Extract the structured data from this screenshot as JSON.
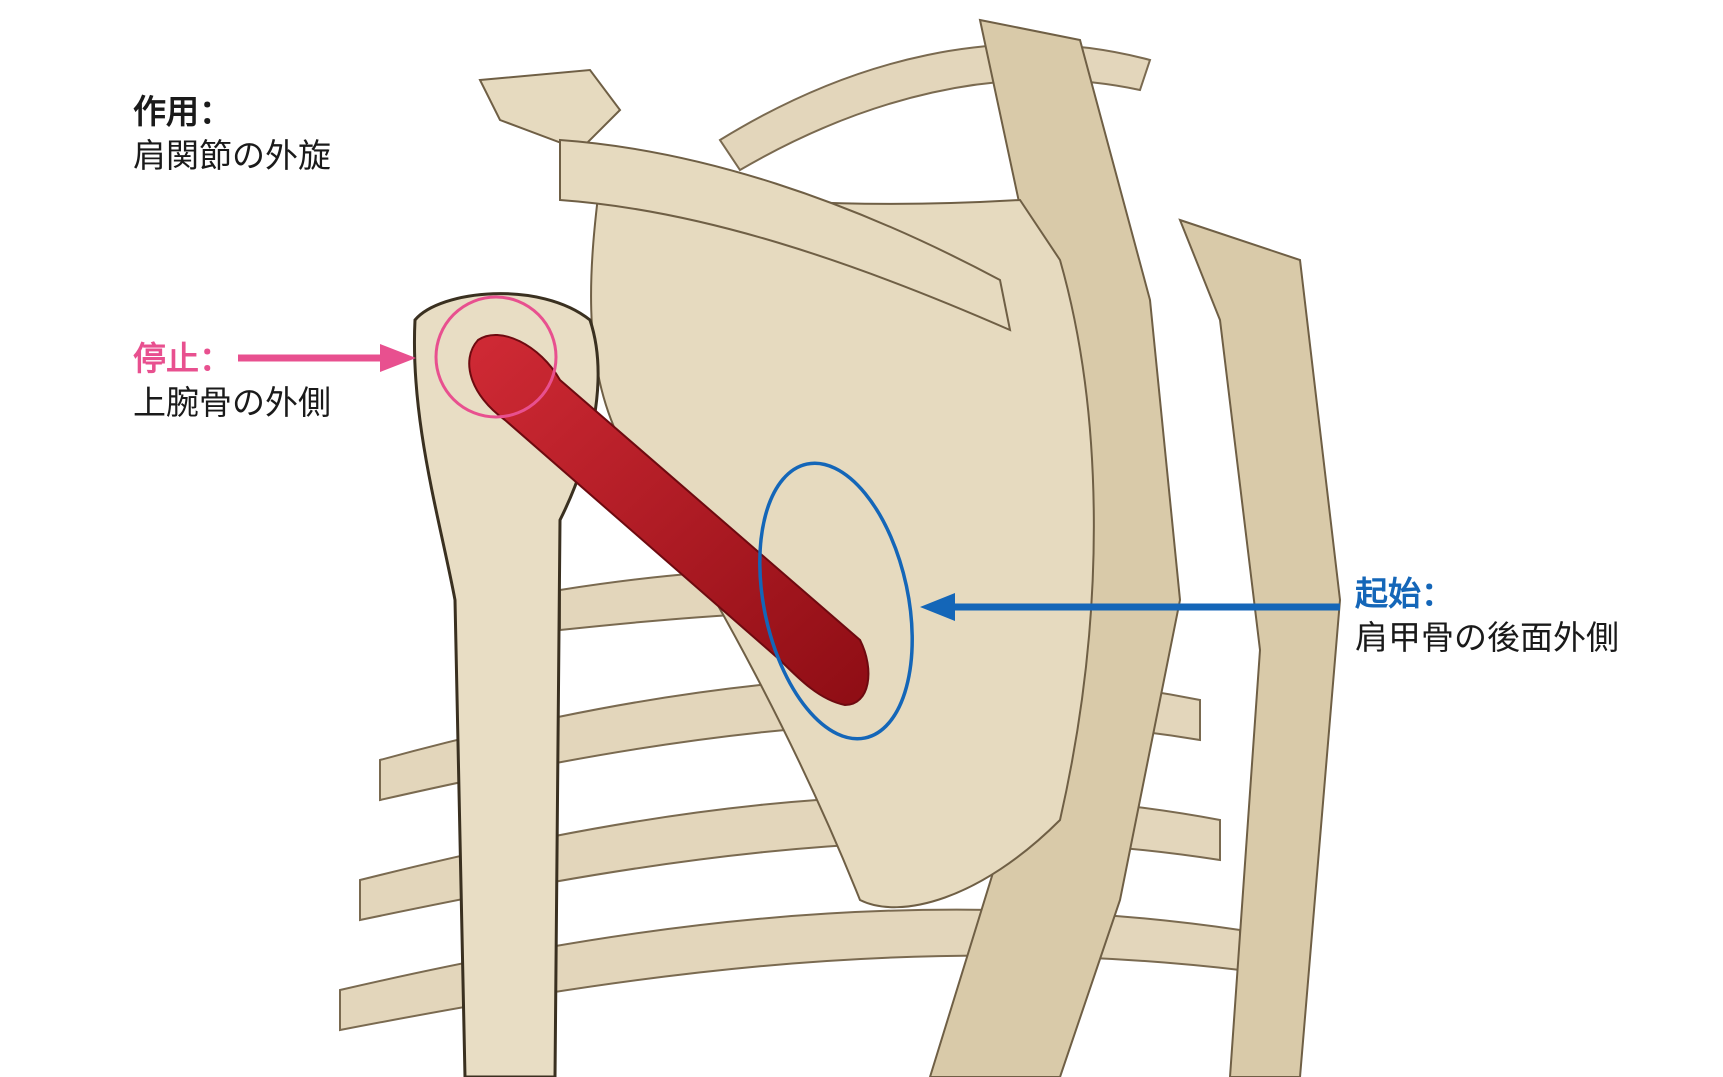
{
  "action": {
    "heading": "作用：",
    "text": "肩関節の外旋"
  },
  "insertion": {
    "heading": "停止：",
    "text": "上腕骨の外側"
  },
  "origin": {
    "heading": "起始：",
    "text": "肩甲骨の後面外側"
  },
  "colors": {
    "insertion": "#e8508f",
    "origin": "#1466b8",
    "muscle": "#b3141e",
    "bone": "#e3d6bb",
    "text": "#1a1a1a"
  }
}
